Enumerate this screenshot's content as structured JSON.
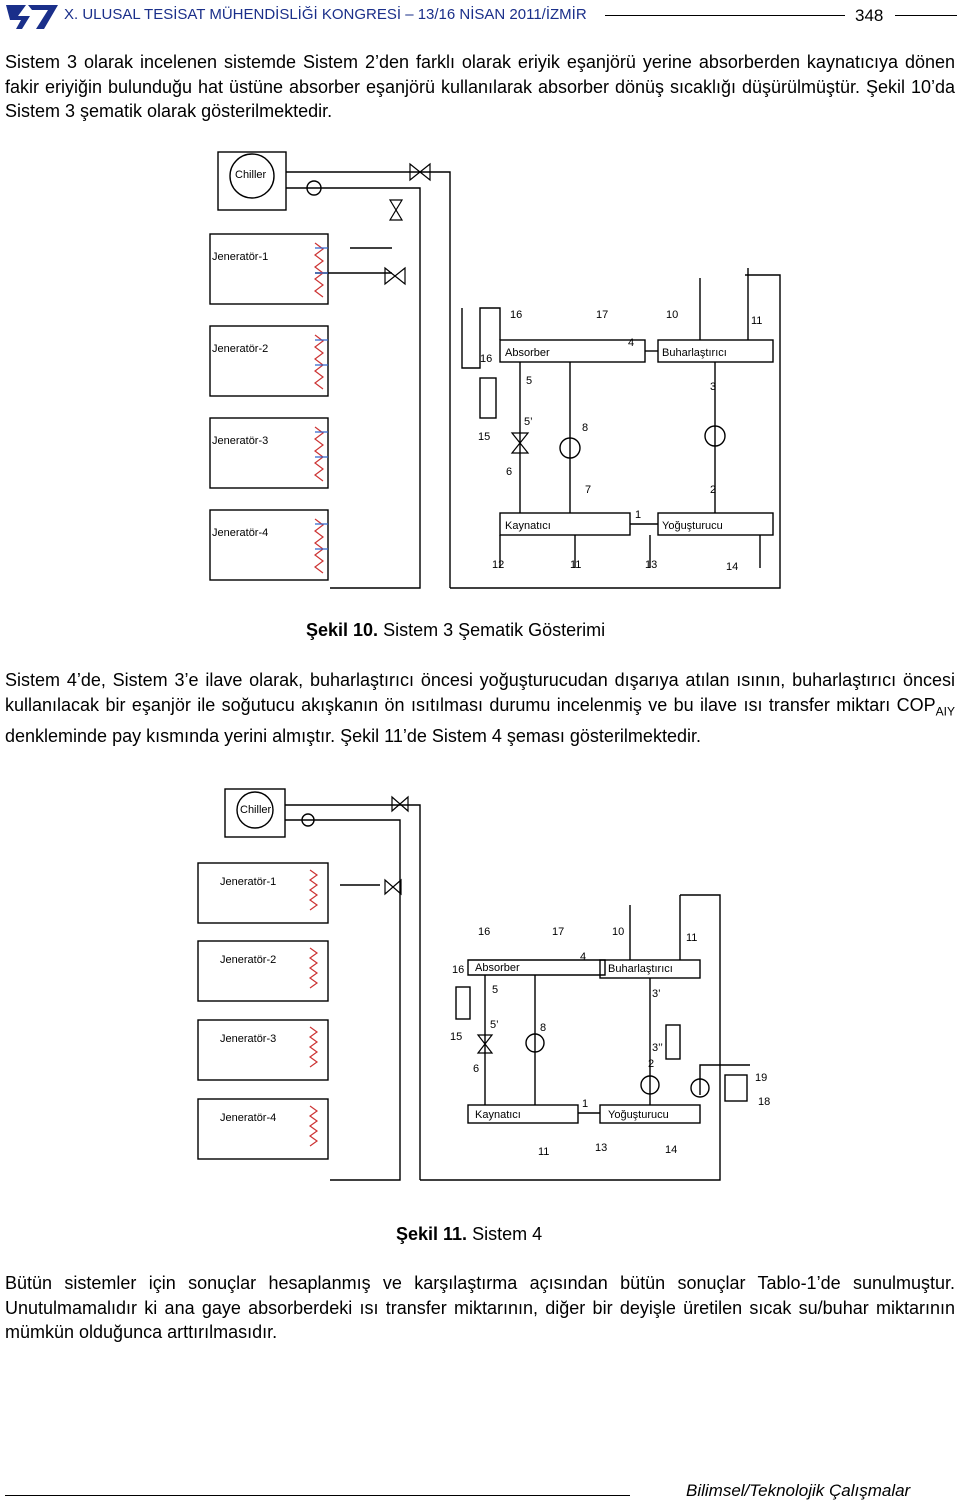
{
  "header": {
    "title": "X. ULUSAL TESİSAT MÜHENDİSLİĞİ KONGRESİ – 13/16 NİSAN 2011/İZMİR",
    "page_number": "348"
  },
  "paragraphs": {
    "p1": "Sistem 3 olarak incelenen sistemde Sistem 2’den farklı olarak eriyik eşanjörü yerine absorberden kaynatıcıya dönen fakir eriyiğin bulunduğu hat üstüne absorber eşanjörü kullanılarak absorber dönüş sıcaklığı düşürülmüştür. Şekil 10’da Sistem 3 şematik olarak gösterilmektedir.",
    "p2_before_sub": "Sistem 4’de, Sistem 3’e ilave olarak, buharlaştırıcı öncesi yoğuşturucudan dışarıya atılan ısının, buharlaştırıcı öncesi kullanılacak bir eşanjör ile soğutucu akışkanın ön ısıtılması durumu incelenmiş ve bu ilave ısı transfer miktarı COP",
    "p2_sub": "AIY",
    "p2_after_sub": " denkleminde pay kısmında yerini almıştır. Şekil 11’de Sistem 4 şeması gösterilmektedir.",
    "p3": "Bütün sistemler için sonuçlar hesaplanmış ve karşılaştırma açısından bütün sonuçlar Tablo-1’de sunulmuştur. Unutulmamalıdır ki ana gaye absorberdeki ısı transfer miktarının, diğer bir deyişle üretilen sıcak su/buhar miktarının mümkün olduğunca arttırılmasıdır."
  },
  "figure10": {
    "caption_bold": "Şekil 10.",
    "caption_text": " Sistem 3 Şematik Gösterimi",
    "labels": {
      "chiller": "Chiller",
      "gen1": "Jeneratör-1",
      "gen2": "Jeneratör-2",
      "gen3": "Jeneratör-3",
      "gen4": "Jeneratör-4",
      "absorber": "Absorber",
      "evaporator": "Buharlaştırıcı",
      "boiler": "Kaynatıcı",
      "condenser": "Yoğuşturucu"
    },
    "points": [
      "1",
      "2",
      "3",
      "4",
      "5",
      "5’",
      "6",
      "7",
      "8",
      "10",
      "11",
      "11",
      "12",
      "13",
      "14",
      "15",
      "16",
      "16",
      "17"
    ]
  },
  "figure11": {
    "caption_bold": "Şekil 11.",
    "caption_text": " Sistem 4",
    "labels": {
      "chiller": "Chiller",
      "gen1": "Jeneratör-1",
      "gen2": "Jeneratör-2",
      "gen3": "Jeneratör-3",
      "gen4": "Jeneratör-4",
      "absorber": "Absorber",
      "evaporator": "Buharlaştırıcı",
      "boiler": "Kaynatıcı",
      "condenser": "Yoğuşturucu"
    },
    "points": [
      "1",
      "2",
      "3’",
      "3’’",
      "4",
      "5",
      "5’",
      "6",
      "8",
      "10",
      "11",
      "11",
      "13",
      "14",
      "15",
      "16",
      "16",
      "17",
      "18",
      "19"
    ]
  },
  "footer": {
    "text": "Bilimsel/Teknolojik Çalışmalar"
  }
}
